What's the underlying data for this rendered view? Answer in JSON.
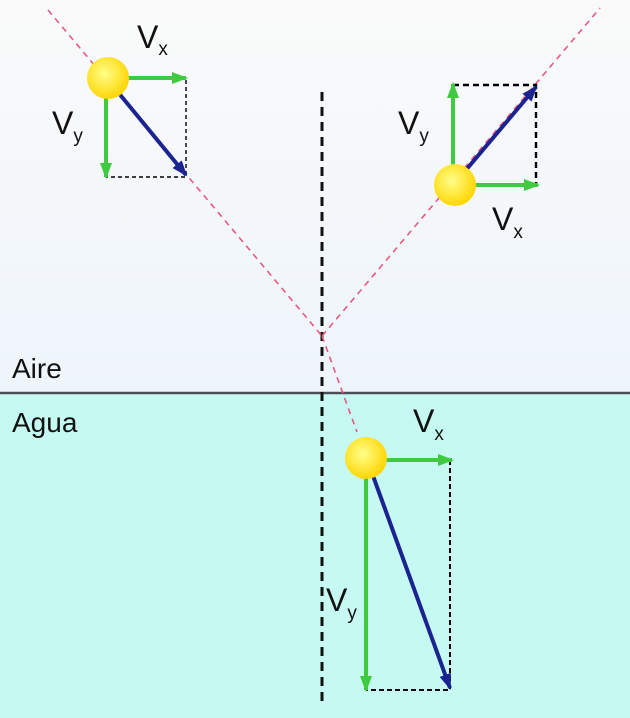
{
  "media": {
    "upper": "Aire",
    "lower": "Agua"
  },
  "vector_labels": {
    "x_main": "V",
    "x_sub": "x",
    "y_main": "V",
    "y_sub": "y"
  },
  "colors": {
    "air_top": "#fafafa",
    "air_bottom": "#eef5fb",
    "water": "#c6f9f1",
    "interface_line": "#4a4f55",
    "ray": "#e8587f",
    "normal": "#111111",
    "component_arrow": "#3fca3f",
    "resultant_arrow": "#1a2390",
    "ball_outer": "#ffd400",
    "ball_inner": "#ffff8a",
    "box_dash": "#000000"
  },
  "icons": {
    "particle": "yellow-sphere-icon"
  }
}
